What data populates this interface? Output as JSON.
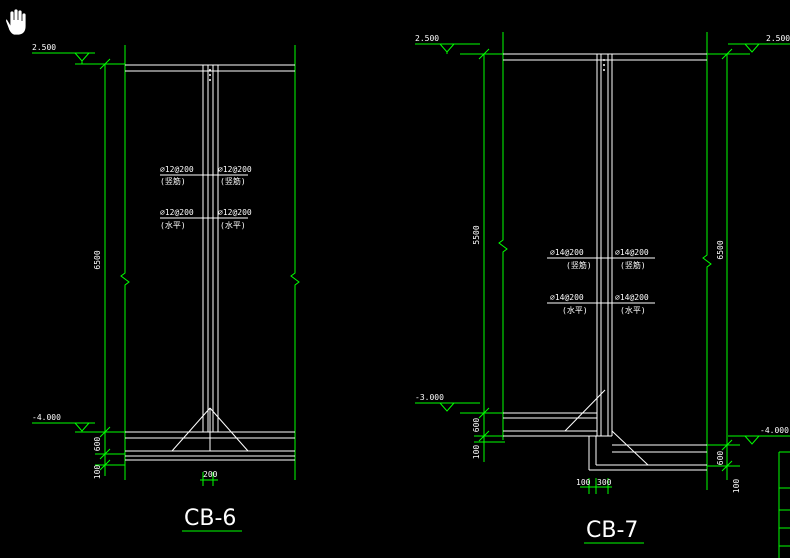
{
  "drawing": {
    "cursor_icon": "hand-pan-icon",
    "colors": {
      "background": "#000000",
      "line": "#ffffff",
      "dimension": "#00ff00"
    },
    "cb6": {
      "title": "CB-6",
      "elev_top": "2.500",
      "elev_bottom": "-4.000",
      "dim_height": "6500",
      "dim_slab": "600",
      "dim_cover": "100",
      "dim_width": "200",
      "rebar_v_left": "⌀12@200",
      "rebar_v_left_note": "(竖筋)",
      "rebar_v_right": "⌀12@200",
      "rebar_v_right_note": "(竖筋)",
      "rebar_h_left": "⌀12@200",
      "rebar_h_left_note": "(水平)",
      "rebar_h_right": "⌀12@200",
      "rebar_h_right_note": "(水平)"
    },
    "cb7": {
      "title": "CB-7",
      "elev_top_left": "2.500",
      "elev_top_right": "2.500",
      "elev_mid_left": "-3.000",
      "elev_bottom_right": "-4.000",
      "dim_height_left": "5500",
      "dim_height_right": "6500",
      "dim_slab_left": "600",
      "dim_cover_left": "100",
      "dim_slab_right": "600",
      "dim_cover_right": "100",
      "dim_base_a": "100",
      "dim_base_b": "300",
      "rebar_v_left": "⌀14@200",
      "rebar_v_left_note": "(竖筋)",
      "rebar_v_right": "⌀14@200",
      "rebar_v_right_note": "(竖筋)",
      "rebar_h_left": "⌀14@200",
      "rebar_h_left_note": "(水平)",
      "rebar_h_right": "⌀14@200",
      "rebar_h_right_note": "(水平)"
    }
  }
}
